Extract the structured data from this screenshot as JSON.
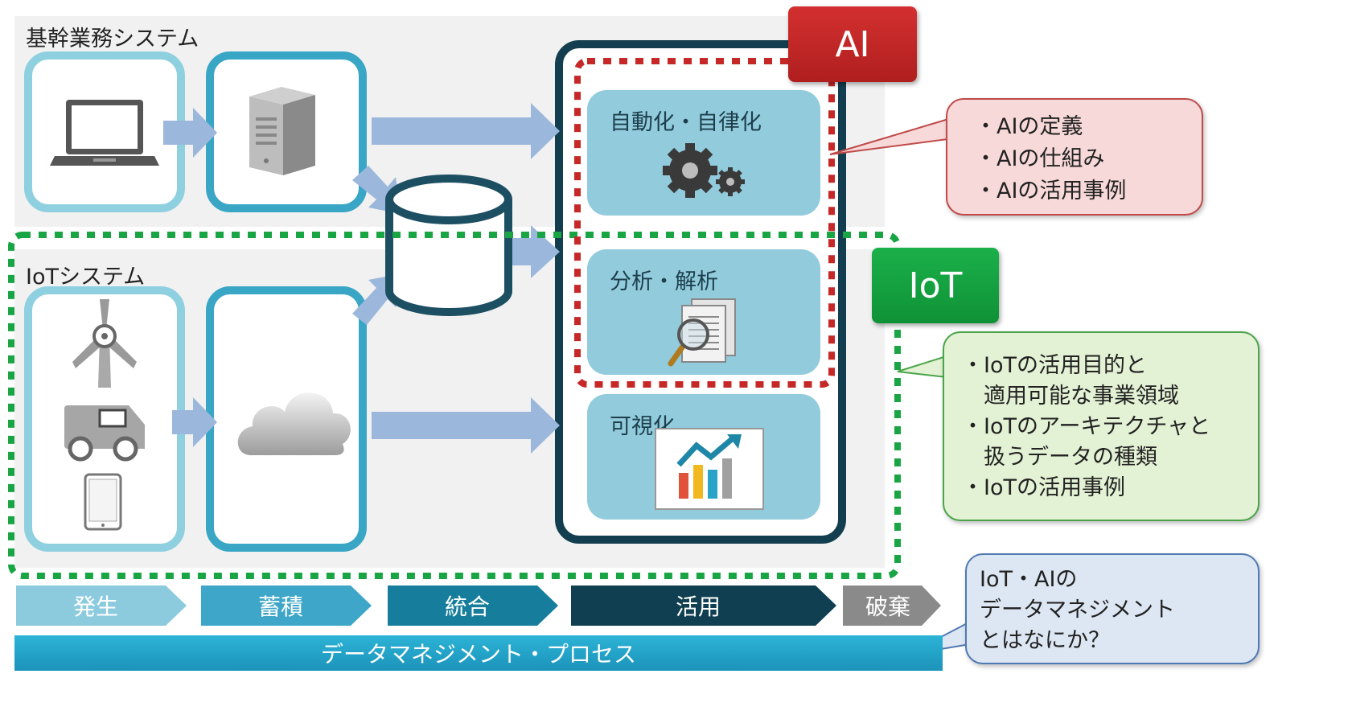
{
  "panels": {
    "core": {
      "label": "基幹業務システム"
    },
    "iot": {
      "label": "IoTシステム"
    }
  },
  "tags": {
    "ai": "AI",
    "iot": "IoT"
  },
  "functions": [
    {
      "label": "自動化・自律化",
      "icon": "gears-icon"
    },
    {
      "label": "分析・解析",
      "icon": "document-magnifier-icon"
    },
    {
      "label": "可視化",
      "icon": "chart-icon"
    }
  ],
  "callouts": {
    "ai": [
      "・AIの定義",
      "・AIの仕組み",
      "・AIの活用事例"
    ],
    "iot": [
      "・IoTの活用目的と",
      "　適用可能な事業領域",
      "・IoTのアーキテクチャと",
      "　扱うデータの種類",
      "・IoTの活用事例"
    ],
    "question": [
      "IoT・AIの",
      "データマネジメント",
      "とはなにか？"
    ]
  },
  "process": {
    "steps": [
      {
        "label": "発生",
        "color": "#8ccbde"
      },
      {
        "label": "蓄積",
        "color": "#3ea6c8"
      },
      {
        "label": "統合",
        "color": "#167e9c"
      },
      {
        "label": "活用",
        "color": "#0f3f50"
      },
      {
        "label": "破棄",
        "color": "#8a8a8a"
      }
    ],
    "bar_label": "データマネジメント・プロセス"
  },
  "colors": {
    "ai_accent": "#c62828",
    "iot_accent": "#1aa544",
    "arrow": "#9bb7db",
    "ai_callout_bg": "#f8d9d9",
    "iot_callout_bg": "#e3f1d4",
    "question_callout_bg": "#dde6f3"
  }
}
